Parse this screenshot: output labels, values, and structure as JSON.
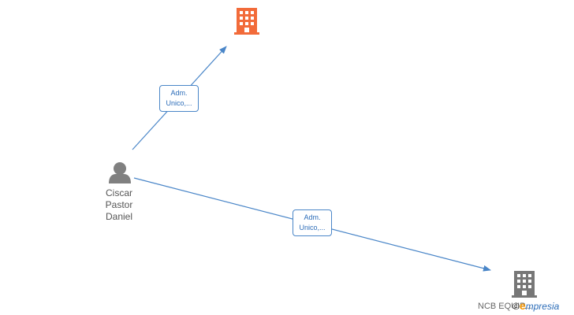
{
  "nodes": {
    "person": {
      "name_lines": [
        "Ciscar",
        "Pastor",
        "Daniel"
      ],
      "icon": "person-icon",
      "color": "#808080"
    },
    "company_main": {
      "icon": "building-icon",
      "color": "#f26b3a"
    },
    "company_secondary": {
      "label": "NCB EQUIP...",
      "icon": "building-icon",
      "color": "#777777"
    }
  },
  "edges": [
    {
      "label_lines": [
        "Adm.",
        "Unico,..."
      ]
    },
    {
      "label_lines": [
        "Adm.",
        "Unico,..."
      ]
    }
  ],
  "watermark": {
    "copyright": "©",
    "brand_e": "e",
    "brand_rest": "mpresia"
  },
  "colors": {
    "edge": "#4a86c8"
  }
}
